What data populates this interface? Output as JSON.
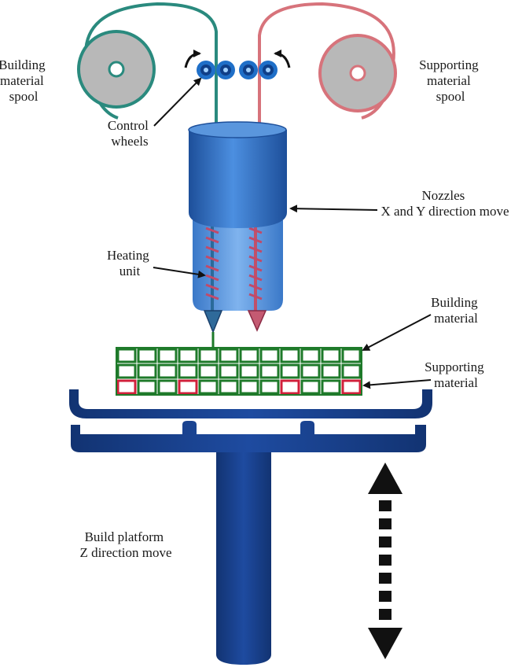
{
  "labels": {
    "building_spool": [
      "Building",
      "material",
      "spool"
    ],
    "supporting_spool": [
      "Supporting",
      "material",
      "spool"
    ],
    "control_wheels": [
      "Control",
      "wheels"
    ],
    "nozzles": [
      "Nozzles",
      "X and Y  direction move"
    ],
    "heating_unit": [
      "Heating",
      "unit"
    ],
    "building_material": [
      "Building",
      "material"
    ],
    "supporting_material": [
      "Supporting",
      "material"
    ],
    "build_platform": [
      "Build platform",
      "Z direction move"
    ]
  },
  "colors": {
    "building": "#2a8a7e",
    "supporting": "#d7737b",
    "spool_fill": "#b8b8b8",
    "platform": "#1a3f8c",
    "nozzle": "#3f7fd0",
    "wheel": "#1f6fc8",
    "grid_green": "#1e7a2a",
    "grid_red": "#d0203a",
    "arrow": "#111111"
  },
  "icons": {
    "rotation_left": "curved-arrow-icon",
    "rotation_right": "curved-arrow-icon",
    "z_motion": "double-headed-arrow-icon"
  }
}
